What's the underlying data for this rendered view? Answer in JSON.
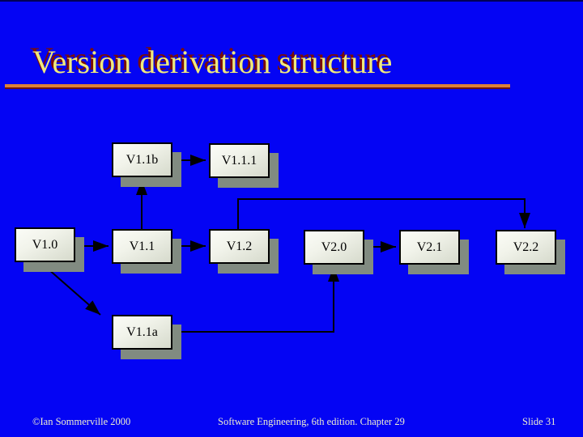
{
  "slide": {
    "title": "Version derivation structure",
    "footer": {
      "left": "©Ian Sommerville 2000",
      "center": "Software Engineering, 6th edition. Chapter 29",
      "right": "Slide 31"
    },
    "colors": {
      "background": "#0404F4",
      "title_text": "#EFE97E",
      "title_shadow": "#7B0E04",
      "underline_orange": "#DC8038",
      "underline_dark_red": "#6E120E",
      "box_fill_light": "#FBFCF7",
      "box_fill_dark": "#D6DACC",
      "box_border": "#000000",
      "box_drop_shadow": "#818B81",
      "connector": "#000000",
      "footer_text": "#EDEDCF"
    }
  },
  "diagram": {
    "nodes": [
      {
        "id": "v1_0",
        "label": "V1.0"
      },
      {
        "id": "v1_1b",
        "label": "V1.1b"
      },
      {
        "id": "v1_1_1",
        "label": "V1.1.1"
      },
      {
        "id": "v1_1",
        "label": "V1.1"
      },
      {
        "id": "v1_2",
        "label": "V1.2"
      },
      {
        "id": "v2_0",
        "label": "V2.0"
      },
      {
        "id": "v2_1",
        "label": "V2.1"
      },
      {
        "id": "v2_2",
        "label": "V2.2"
      },
      {
        "id": "v1_1a",
        "label": "V1.1a"
      }
    ],
    "edges": [
      {
        "from": "V1.0",
        "to": "V1.1"
      },
      {
        "from": "V1.1",
        "to": "V1.2"
      },
      {
        "from": "V1.1",
        "to": "V1.1b"
      },
      {
        "from": "V1.1b",
        "to": "V1.1.1"
      },
      {
        "from": "V1.0",
        "to": "V1.1a"
      },
      {
        "from": "V1.1a",
        "to": "V2.0"
      },
      {
        "from": "V2.0",
        "to": "V2.1"
      },
      {
        "from": "V1.2",
        "to": "V2.2"
      }
    ]
  }
}
